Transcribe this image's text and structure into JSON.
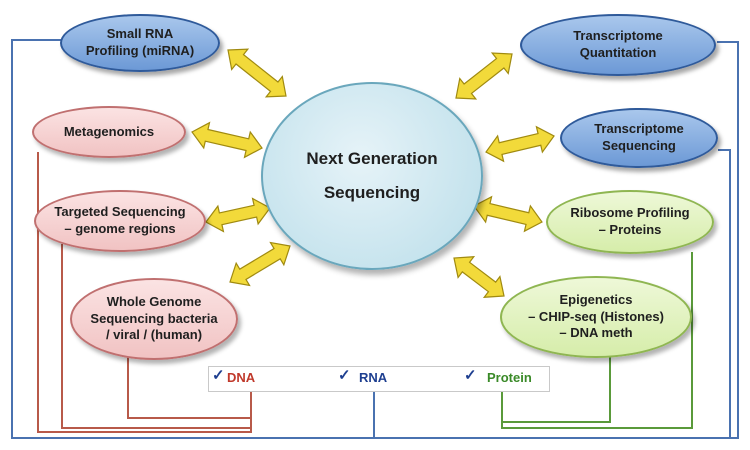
{
  "title": "Next Generation\nSequencing",
  "applications": {
    "small_rna": "Small RNA\nProfiling (miRNA)",
    "metagenomics": "Metagenomics",
    "targeted": "Targeted Sequencing\n– genome regions",
    "whole_genome": "Whole Genome\nSequencing bacteria\n/ viral / (human)",
    "transcriptome_quant": "Transcriptome\nQuantitation",
    "transcriptome_seq": "Transcriptome\nSequencing",
    "ribosome": "Ribosome Profiling\n– Proteins",
    "epigenetics": "Epigenetics\n– CHIP-seq (Histones)\n– DNA meth"
  },
  "flow": {
    "check": "✓",
    "dna": "DNA",
    "rna": "RNA",
    "protein": "Protein"
  },
  "colors": {
    "dna": "#c0392b",
    "rna": "#1e3f90",
    "protein": "#3a8a28",
    "dna_line": "#b85a4a",
    "rna_line": "#4a72b0",
    "protein_line": "#5a9a3a",
    "arrow_fill": "#f2da3a",
    "arrow_stroke": "#a08a10"
  }
}
